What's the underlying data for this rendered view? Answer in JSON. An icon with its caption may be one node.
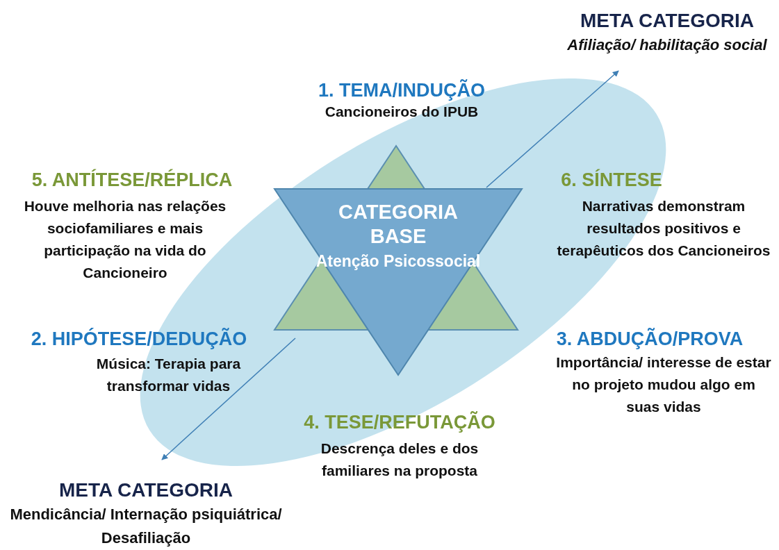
{
  "diagram": {
    "nodes": [
      {
        "text": [
          "CATEGORIA BASE",
          "Atenção Psicossocial"
        ]
      },
      {
        "text": [
          "META CATEGORIA",
          "Afiliação/ habilitação social"
        ]
      },
      {
        "text": [
          "META CATEGORIA",
          "Mendicância/ Internação psiquiátrica/ Desafiliação"
        ]
      }
    ],
    "edges": [
      {
        "from": 0,
        "to": 1,
        "arrow": "to"
      },
      {
        "from": 0,
        "to": 2,
        "arrow": "to"
      }
    ],
    "labels": [
      "1. TEMA/INDUÇÃO",
      "Cancioneiros do IPUB",
      "5. ANTÍTESE/RÉPLICA",
      "Houve melhoria nas relações sociofamiliares e mais participação na vida do Cancioneiro",
      "6. SÍNTESE",
      "Narrativas demonstram resultados positivos e terapêuticos dos Cancioneiros",
      "2. HIPÓTESE/DEDUÇÃO",
      "Música: Terapia para transformar vidas",
      "3. ABDUÇÃO/PROVA",
      "Importância/ interesse de estar no projeto mudou algo em suas vidas",
      "4. TESE/REFUTAÇÃO",
      "Descrença deles e dos familiares na proposta"
    ]
  }
}
